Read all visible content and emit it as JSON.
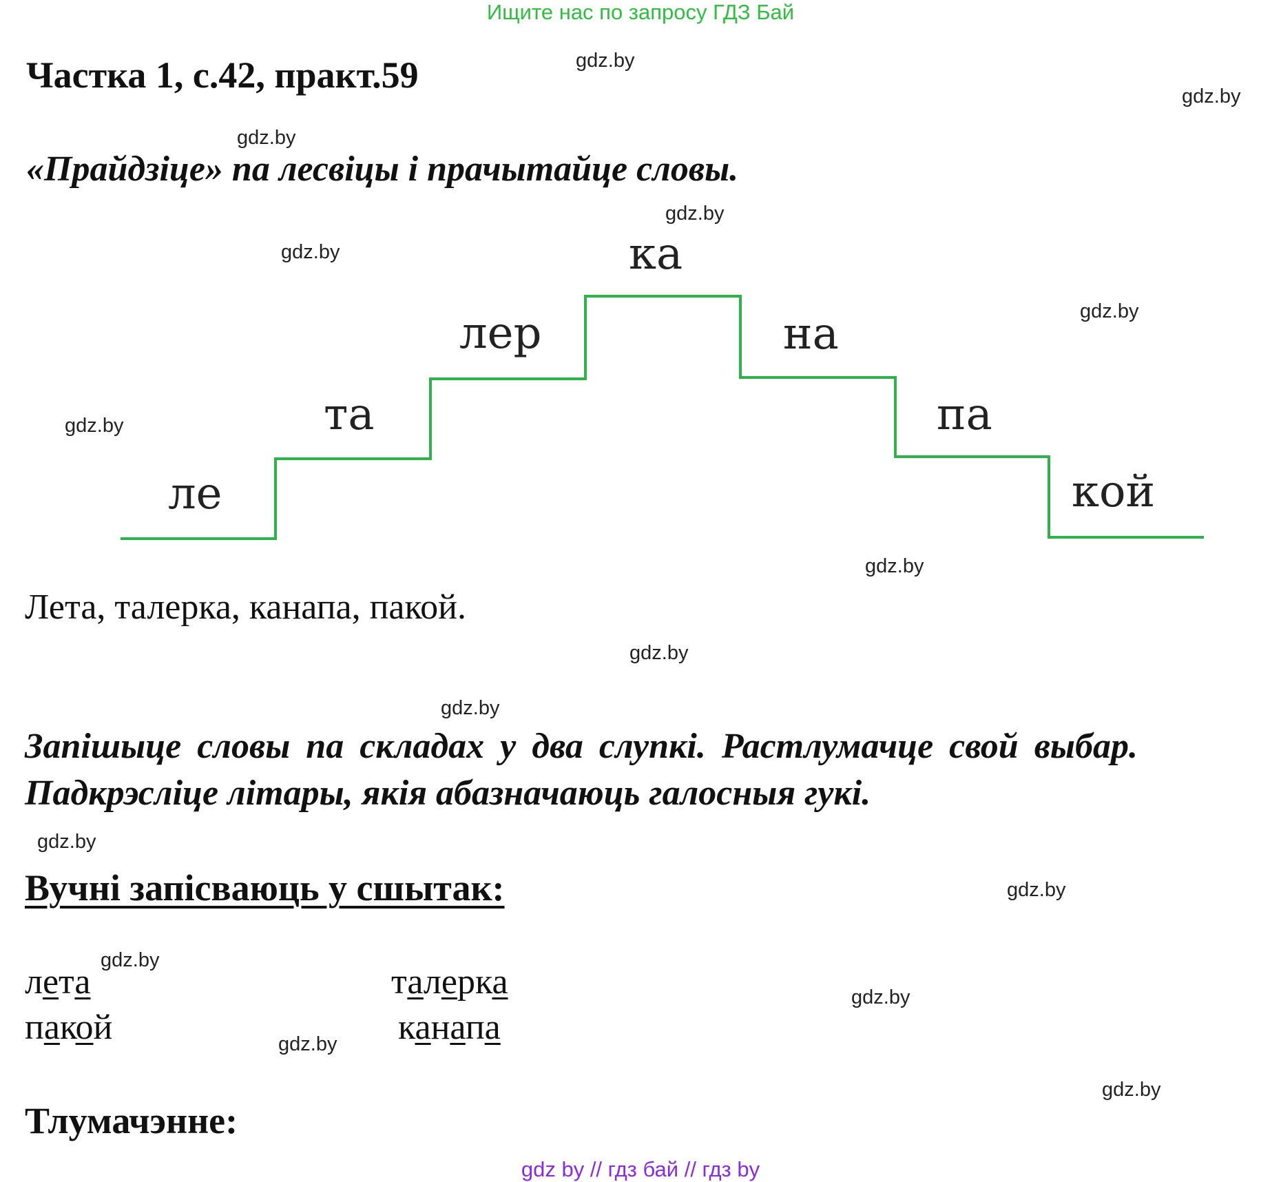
{
  "banner": "Ищите нас по запросу ГДЗ Бай",
  "heading": "Частка 1, с.42, практ.59",
  "task1": "«Прайдзіце» па лесвіцы і прачытайце словы.",
  "syllables": [
    "ле",
    "та",
    "лер",
    "ка",
    "на",
    "па",
    "кой"
  ],
  "answer": "Лета, талерка, канапа, пакой.",
  "task2_line1": "Запішыце словы па складах у два слупкі. Растлумачце свой выбар.",
  "task2_line2": "Падкрэсліце літары, якія абазначаюць галосныя гукі.",
  "notebook_heading": "Вучні запісваюць у сшытак:",
  "words": {
    "w1": [
      "л",
      "е",
      "т",
      "а"
    ],
    "w2": [
      "т",
      "а",
      "л",
      "е",
      "р",
      "к",
      "а"
    ],
    "w3": [
      "п",
      "а",
      "к",
      "о",
      "й"
    ],
    "w4": [
      "к",
      "а",
      "н",
      "а",
      "п",
      "а"
    ]
  },
  "explanation_heading": "Тлумачэнне:",
  "watermark": "gdz.by",
  "footer": "gdz by  //  гдз бай  //  гдз by",
  "colors": {
    "stairs": "#2db34a",
    "banner": "#2fbf3f",
    "footer": "#8a2be2"
  }
}
